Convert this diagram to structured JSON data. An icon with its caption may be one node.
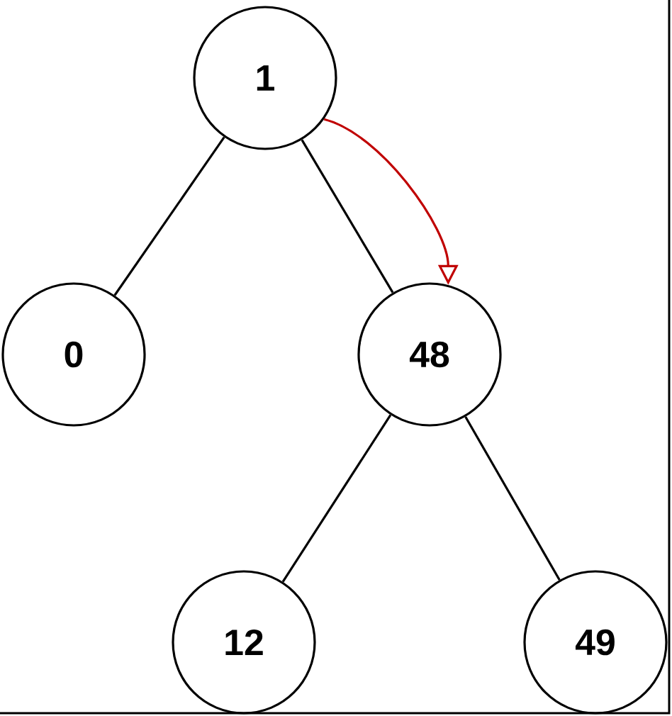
{
  "diagram": {
    "nodes": [
      {
        "text": [
          "1"
        ]
      },
      {
        "text": [
          "0"
        ]
      },
      {
        "text": [
          "48"
        ]
      },
      {
        "text": [
          "12"
        ]
      },
      {
        "text": [
          "49"
        ]
      }
    ],
    "edges": [
      {
        "from": 0,
        "to": 1,
        "arrow": "none"
      },
      {
        "from": 0,
        "to": 2,
        "arrow": "none"
      },
      {
        "from": 2,
        "to": 3,
        "arrow": "none"
      },
      {
        "from": 2,
        "to": 4,
        "arrow": "none"
      },
      {
        "from": 0,
        "to": 2,
        "arrow": "to",
        "color": "#c00000"
      }
    ]
  }
}
